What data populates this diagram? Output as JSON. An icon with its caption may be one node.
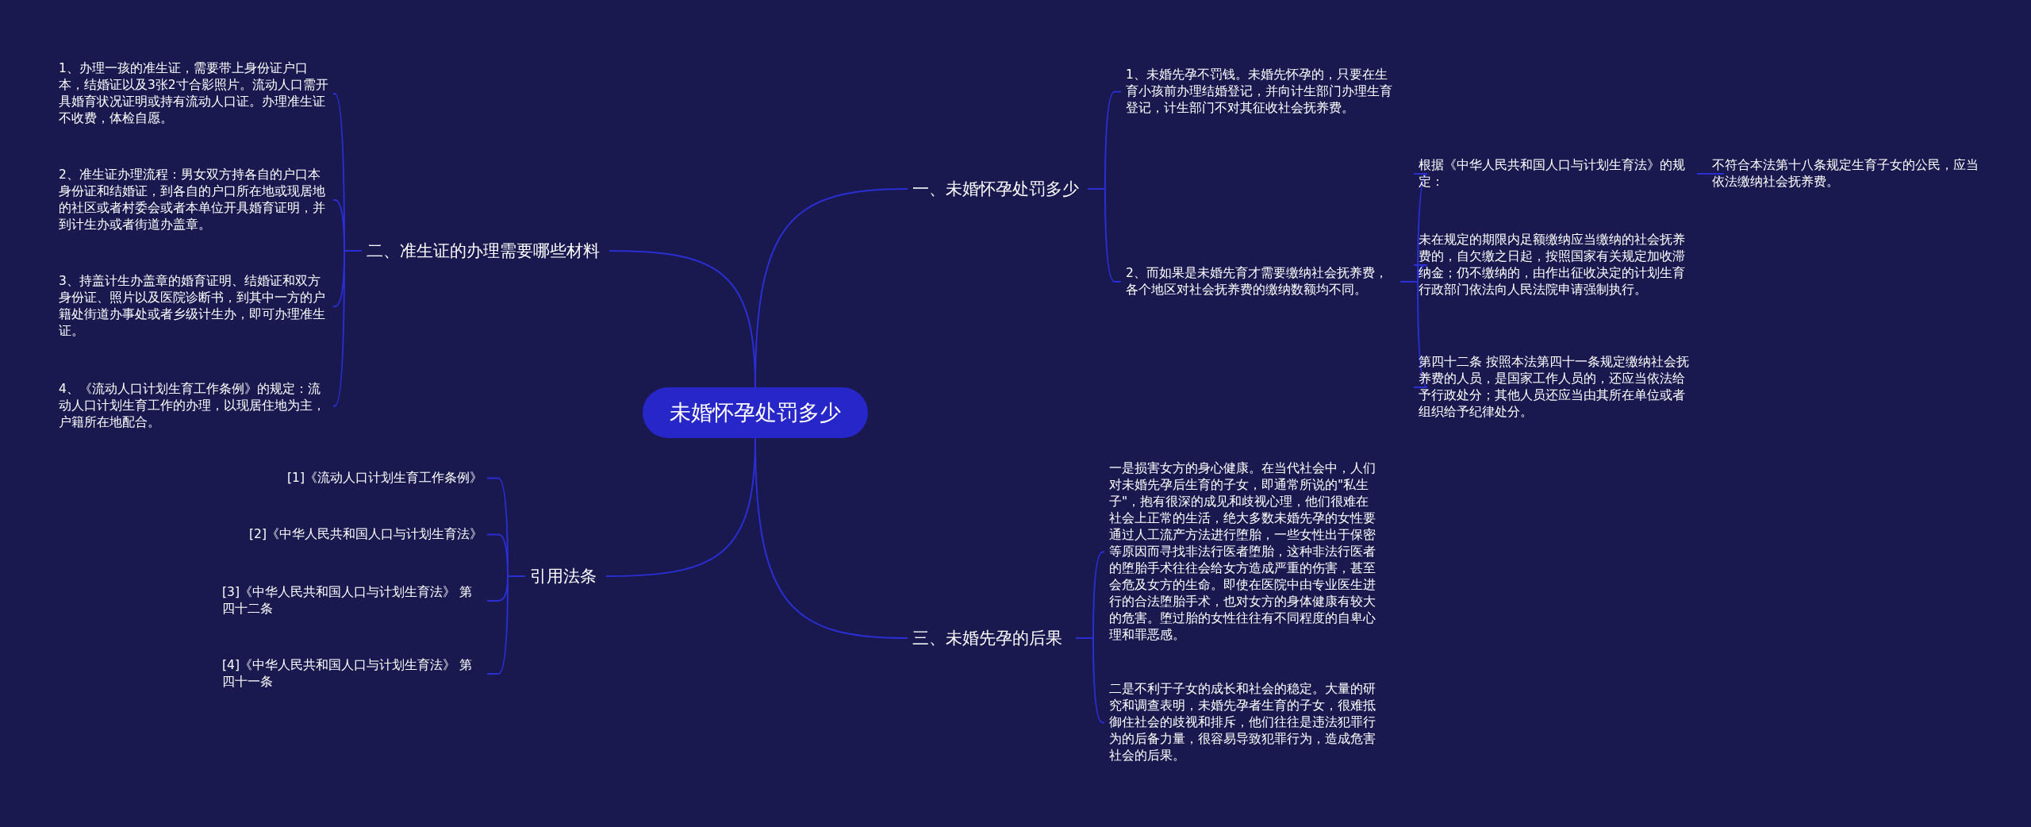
{
  "diagram": {
    "nodes": [
      {
        "text": [
          "未婚怀孕处罚多少"
        ]
      },
      {
        "text": [
          "一、未婚怀孕处罚多少"
        ]
      },
      {
        "text": [
          "1、未婚先孕不罚钱。未婚先怀孕的，只要在生育小孩前办理结婚登记，并向计生部门办理生育登记，计生部门不对其征收社会抚养费。"
        ]
      },
      {
        "text": [
          "2、而如果是未婚先育才需要缴纳社会抚养费，各个地区对社会抚养费的缴纳数额均不同。"
        ]
      },
      {
        "text": [
          "根据《中华人民共和国人口与计划生育法》的规定："
        ]
      },
      {
        "text": [
          "不符合本法第十八条规定生育子女的公民，应当依法缴纳社会抚养费。"
        ]
      },
      {
        "text": [
          "未在规定的期限内足额缴纳应当缴纳的社会抚养费的，自欠缴之日起，按照国家有关规定加收滞纳金；仍不缴纳的，由作出征收决定的计划生育行政部门依法向人民法院申请强制执行。"
        ]
      },
      {
        "text": [
          "第四十二条 按照本法第四十一条规定缴纳社会抚养费的人员，是国家工作人员的，还应当依法给予行政处分；其他人员还应当由其所在单位或者组织给予纪律处分。"
        ]
      },
      {
        "text": [
          "二、准生证的办理需要哪些材料"
        ]
      },
      {
        "text": [
          "1、办理一孩的准生证，需要带上身份证户口本，结婚证以及3张2寸合影照片。流动人口需开具婚育状况证明或持有流动人口证。办理准生证不收费，体检自愿。"
        ]
      },
      {
        "text": [
          "2、准生证办理流程：男女双方持各自的户口本身份证和结婚证，到各自的户口所在地或现居地的社区或者村委会或者本单位开具婚育证明，并到计生办或者街道办盖章。"
        ]
      },
      {
        "text": [
          "3、持盖计生办盖章的婚育证明、结婚证和双方身份证、照片以及医院诊断书，到其中一方的户籍处街道办事处或者乡级计生办，即可办理准生证。"
        ]
      },
      {
        "text": [
          "4、《流动人口计划生育工作条例》的规定：流动人口计划生育工作的办理，以现居住地为主，户籍所在地配合。"
        ]
      },
      {
        "text": [
          "引用法条"
        ]
      },
      {
        "text": [
          "[1]《流动人口计划生育工作条例》"
        ]
      },
      {
        "text": [
          "[2]《中华人民共和国人口与计划生育法》"
        ]
      },
      {
        "text": [
          "[3]《中华人民共和国人口与计划生育法》 第四十二条"
        ]
      },
      {
        "text": [
          "[4]《中华人民共和国人口与计划生育法》 第四十一条"
        ]
      },
      {
        "text": [
          "三、未婚先孕的后果"
        ]
      },
      {
        "text": [
          "一是损害女方的身心健康。在当代社会中，人们对未婚先孕后生育的子女，即通常所说的\"私生子\"，抱有很深的成见和歧视心理，他们很难在社会上正常的生活，绝大多数未婚先孕的女性要通过人工流产方法进行堕胎，一些女性出于保密等原因而寻找非法行医者堕胎，这种非法行医者的堕胎手术往往会给女方造成严重的伤害，甚至会危及女方的生命。即使在医院中由专业医生进行的合法堕胎手术，也对女方的身体健康有较大的危害。堕过胎的女性往往有不同程度的自卑心理和罪恶感。"
        ]
      },
      {
        "text": [
          "二是不利于子女的成长和社会的稳定。大量的研究和调查表明，未婚先孕者生育的子女，很难抵御住社会的歧视和排斥，他们往往是违法犯罪行为的后备力量，很容易导致犯罪行为，造成危害社会的后果。"
        ]
      }
    ],
    "edges": [
      {
        "from": 0,
        "to": 1,
        "arrow": "none"
      },
      {
        "from": 1,
        "to": 2,
        "arrow": "none"
      },
      {
        "from": 1,
        "to": 3,
        "arrow": "none"
      },
      {
        "from": 3,
        "to": 4,
        "arrow": "none"
      },
      {
        "from": 4,
        "to": 5,
        "arrow": "none"
      },
      {
        "from": 3,
        "to": 6,
        "arrow": "none"
      },
      {
        "from": 3,
        "to": 7,
        "arrow": "none"
      },
      {
        "from": 0,
        "to": 8,
        "arrow": "none"
      },
      {
        "from": 8,
        "to": 9,
        "arrow": "none"
      },
      {
        "from": 8,
        "to": 10,
        "arrow": "none"
      },
      {
        "from": 8,
        "to": 11,
        "arrow": "none"
      },
      {
        "from": 8,
        "to": 12,
        "arrow": "none"
      },
      {
        "from": 0,
        "to": 13,
        "arrow": "none"
      },
      {
        "from": 13,
        "to": 14,
        "arrow": "none"
      },
      {
        "from": 13,
        "to": 15,
        "arrow": "none"
      },
      {
        "from": 13,
        "to": 16,
        "arrow": "none"
      },
      {
        "from": 13,
        "to": 17,
        "arrow": "none"
      },
      {
        "from": 0,
        "to": 18,
        "arrow": "none"
      },
      {
        "from": 18,
        "to": 19,
        "arrow": "none"
      },
      {
        "from": 18,
        "to": 20,
        "arrow": "none"
      }
    ]
  }
}
